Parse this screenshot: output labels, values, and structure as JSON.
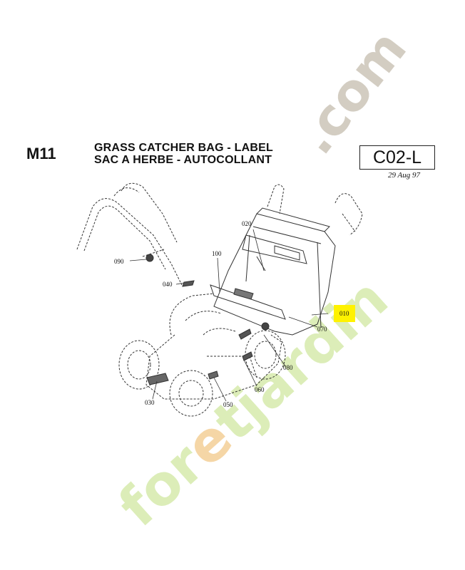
{
  "model": "M11",
  "title_en": "GRASS CATCHER BAG - LABEL",
  "title_fr": "SAC A HERBE - AUTOCOLLANT",
  "code": "C02-L",
  "date": "29 Aug 97",
  "watermark": {
    "part1": "for",
    "part2": "e",
    "part3": "tjardin",
    "part4": ".com"
  },
  "highlight_color": "#fff200",
  "callouts": [
    {
      "id": "010",
      "highlighted": true
    },
    {
      "id": "020"
    },
    {
      "id": "030"
    },
    {
      "id": "040"
    },
    {
      "id": "050"
    },
    {
      "id": "060"
    },
    {
      "id": "070"
    },
    {
      "id": "080"
    },
    {
      "id": "090"
    },
    {
      "id": "100"
    }
  ]
}
